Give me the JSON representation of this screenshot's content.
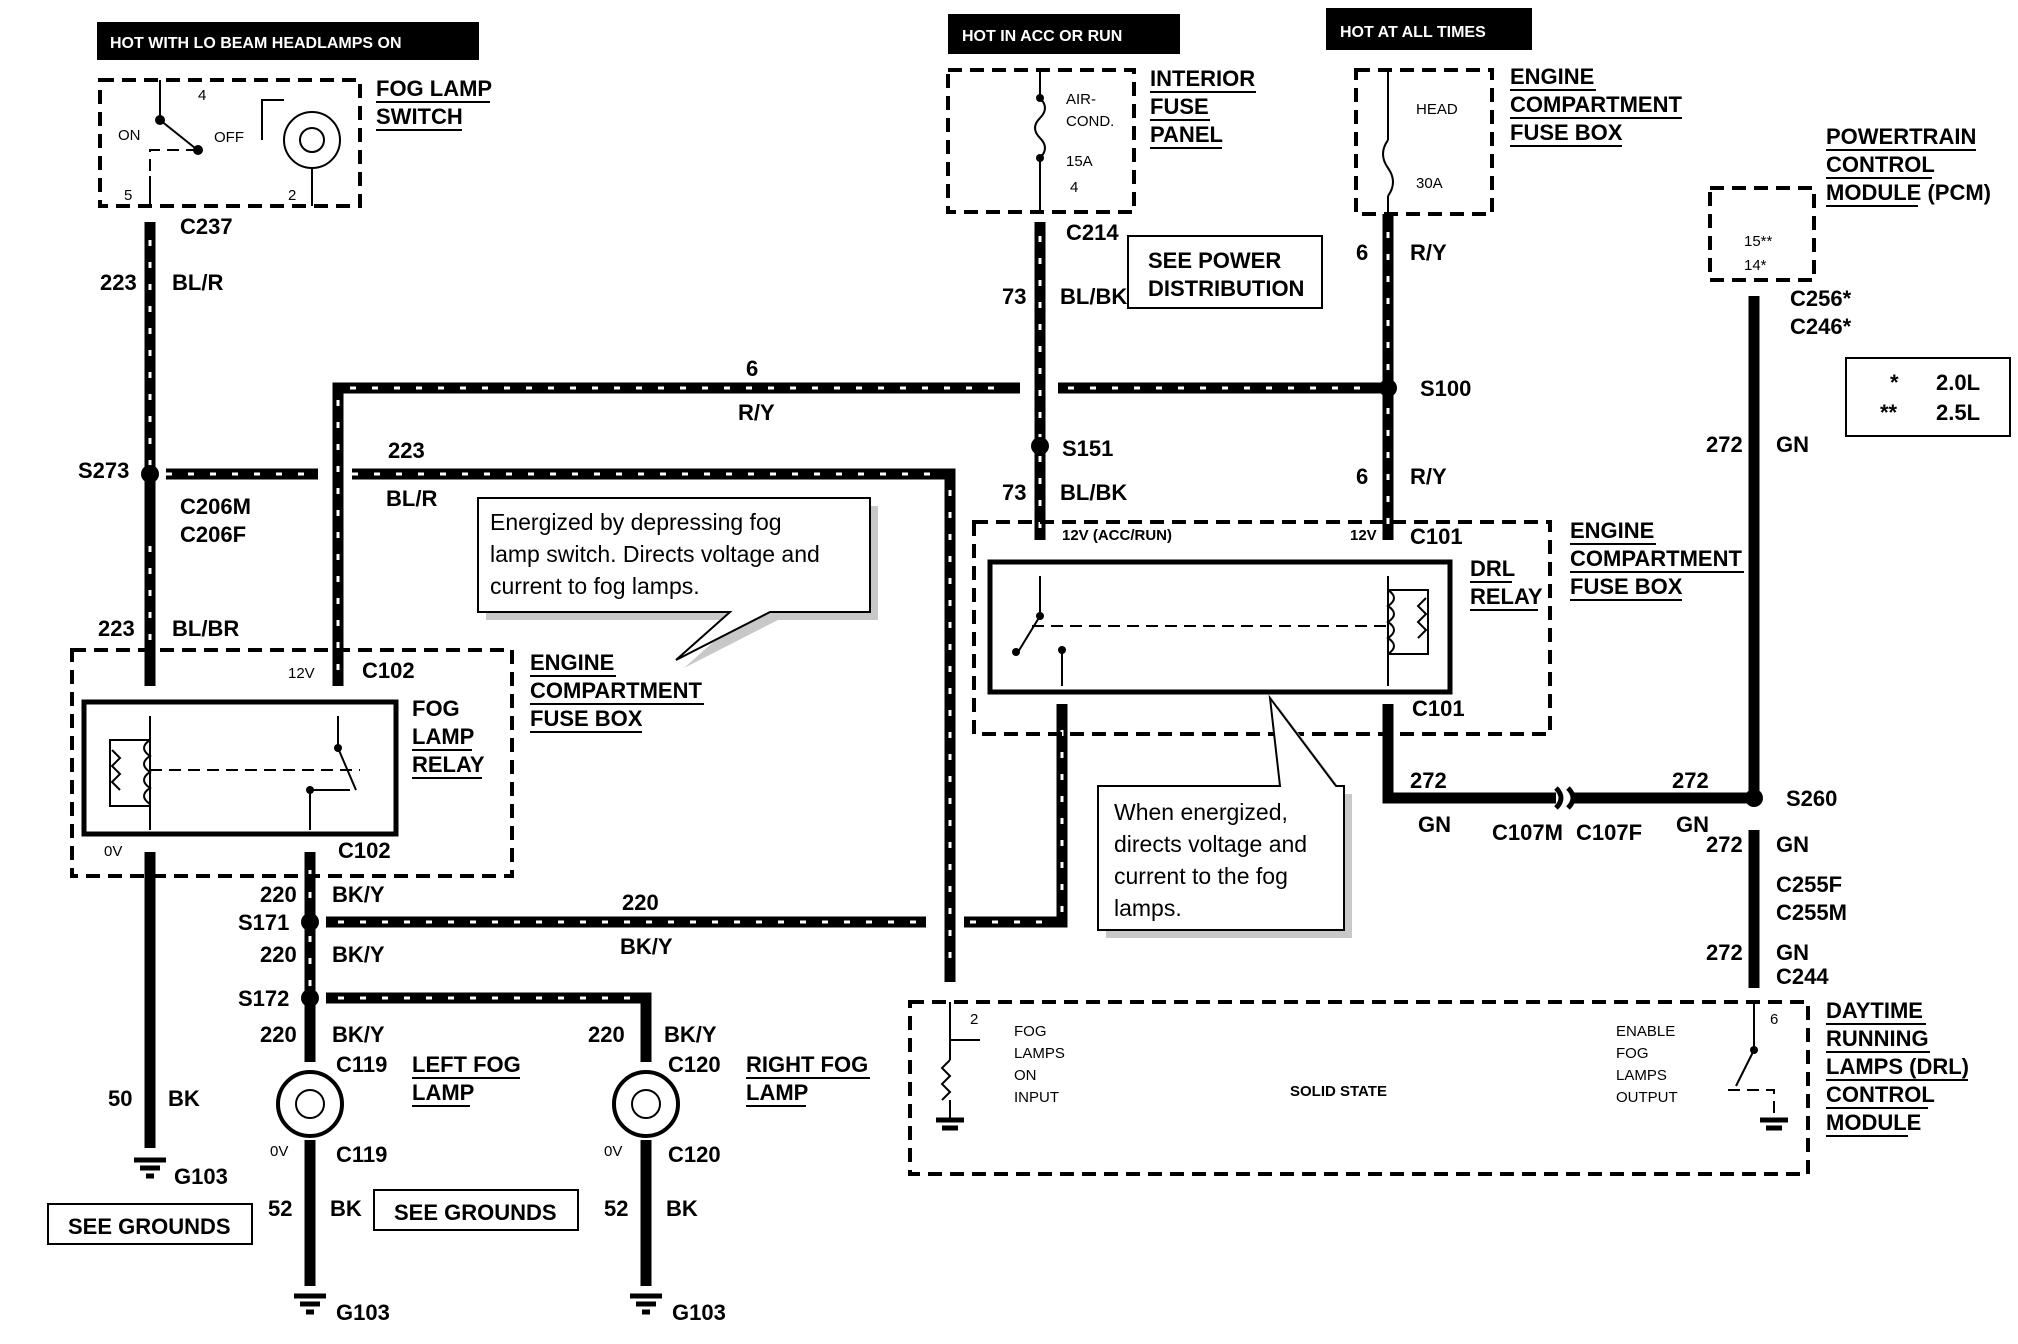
{
  "headers": {
    "lo_beam": "HOT WITH LO BEAM HEADLAMPS ON",
    "acc_run": "HOT IN ACC OR RUN",
    "all_times": "HOT AT ALL TIMES"
  },
  "components": {
    "fog_switch": [
      "FOG LAMP",
      "SWITCH"
    ],
    "interior_fuse_panel": [
      "INTERIOR",
      "FUSE",
      "PANEL"
    ],
    "engine_fuse_box_top": [
      "ENGINE",
      "COMPARTMENT",
      "FUSE BOX"
    ],
    "pcm": [
      "POWERTRAIN",
      "CONTROL",
      "MODULE (PCM)"
    ],
    "fog_relay": [
      "FOG",
      "LAMP",
      "RELAY"
    ],
    "engine_fuse_box_left": [
      "ENGINE",
      "COMPARTMENT",
      "FUSE BOX"
    ],
    "drl_relay": [
      "DRL",
      "RELAY"
    ],
    "engine_fuse_box_right": [
      "ENGINE",
      "COMPARTMENT",
      "FUSE BOX"
    ],
    "left_fog_lamp": [
      "LEFT FOG",
      "LAMP"
    ],
    "right_fog_lamp": [
      "RIGHT FOG",
      "LAMP"
    ],
    "drl_module": [
      "DAYTIME",
      "RUNNING",
      "LAMPS (DRL)",
      "CONTROL",
      "MODULE"
    ],
    "solid_state": "SOLID STATE"
  },
  "switch_labels": {
    "pin4": "4",
    "on": "ON",
    "off": "OFF",
    "pin5": "5",
    "pin2": "2"
  },
  "fuses": {
    "aircond": [
      "AIR-",
      "COND.",
      "15A",
      "4"
    ],
    "head": [
      "HEAD",
      "30A"
    ]
  },
  "pcm_pins": [
    "15**",
    "14*"
  ],
  "engine_note": [
    [
      "*",
      "2.0L"
    ],
    [
      "**",
      "2.5L"
    ]
  ],
  "see_power": [
    "SEE POWER",
    "DISTRIBUTION"
  ],
  "see_grounds": "SEE GROUNDS",
  "callouts": {
    "fog_relay": [
      "Energized by depressing fog",
      "lamp switch. Directs voltage and",
      "current to fog lamps."
    ],
    "drl_relay": [
      "When energized,",
      "directs voltage and",
      "current to the fog",
      "lamps."
    ]
  },
  "connectors": {
    "c237": "C237",
    "c214": "C214",
    "c256": "C256*",
    "c246": "C246*",
    "c206m": "C206M",
    "c206f": "C206F",
    "c102a": "C102",
    "c102b": "C102",
    "c101a": "C101",
    "c101b": "C101",
    "c107m": "C107M",
    "c107f": "C107F",
    "c255f": "C255F",
    "c255m": "C255M",
    "c244": "C244",
    "c119a": "C119",
    "c119b": "C119",
    "c120a": "C120",
    "c120b": "C120"
  },
  "splices": {
    "s273": "S273",
    "s100": "S100",
    "s151": "S151",
    "s171": "S171",
    "s172": "S172",
    "s260": "S260"
  },
  "grounds": {
    "g103a": "G103",
    "g103b": "G103",
    "g103c": "G103"
  },
  "wires": {
    "w223": "223",
    "blr": "BL/R",
    "w6": "6",
    "ry": "R/Y",
    "w73": "73",
    "blbk": "BL/BK",
    "blbr": "BL/BR",
    "w220": "220",
    "bky": "BK/Y",
    "w50": "50",
    "w52": "52",
    "bk": "BK",
    "w272": "272",
    "gn": "GN"
  },
  "voltages": {
    "v12": "12V",
    "v0": "0V",
    "v12acc": "12V (ACC/RUN)"
  },
  "drl_module_io": {
    "pin2": "2",
    "pin6": "6",
    "input": [
      "FOG",
      "LAMPS",
      "ON",
      "INPUT"
    ],
    "output": [
      "ENABLE",
      "FOG",
      "LAMPS",
      "OUTPUT"
    ]
  }
}
